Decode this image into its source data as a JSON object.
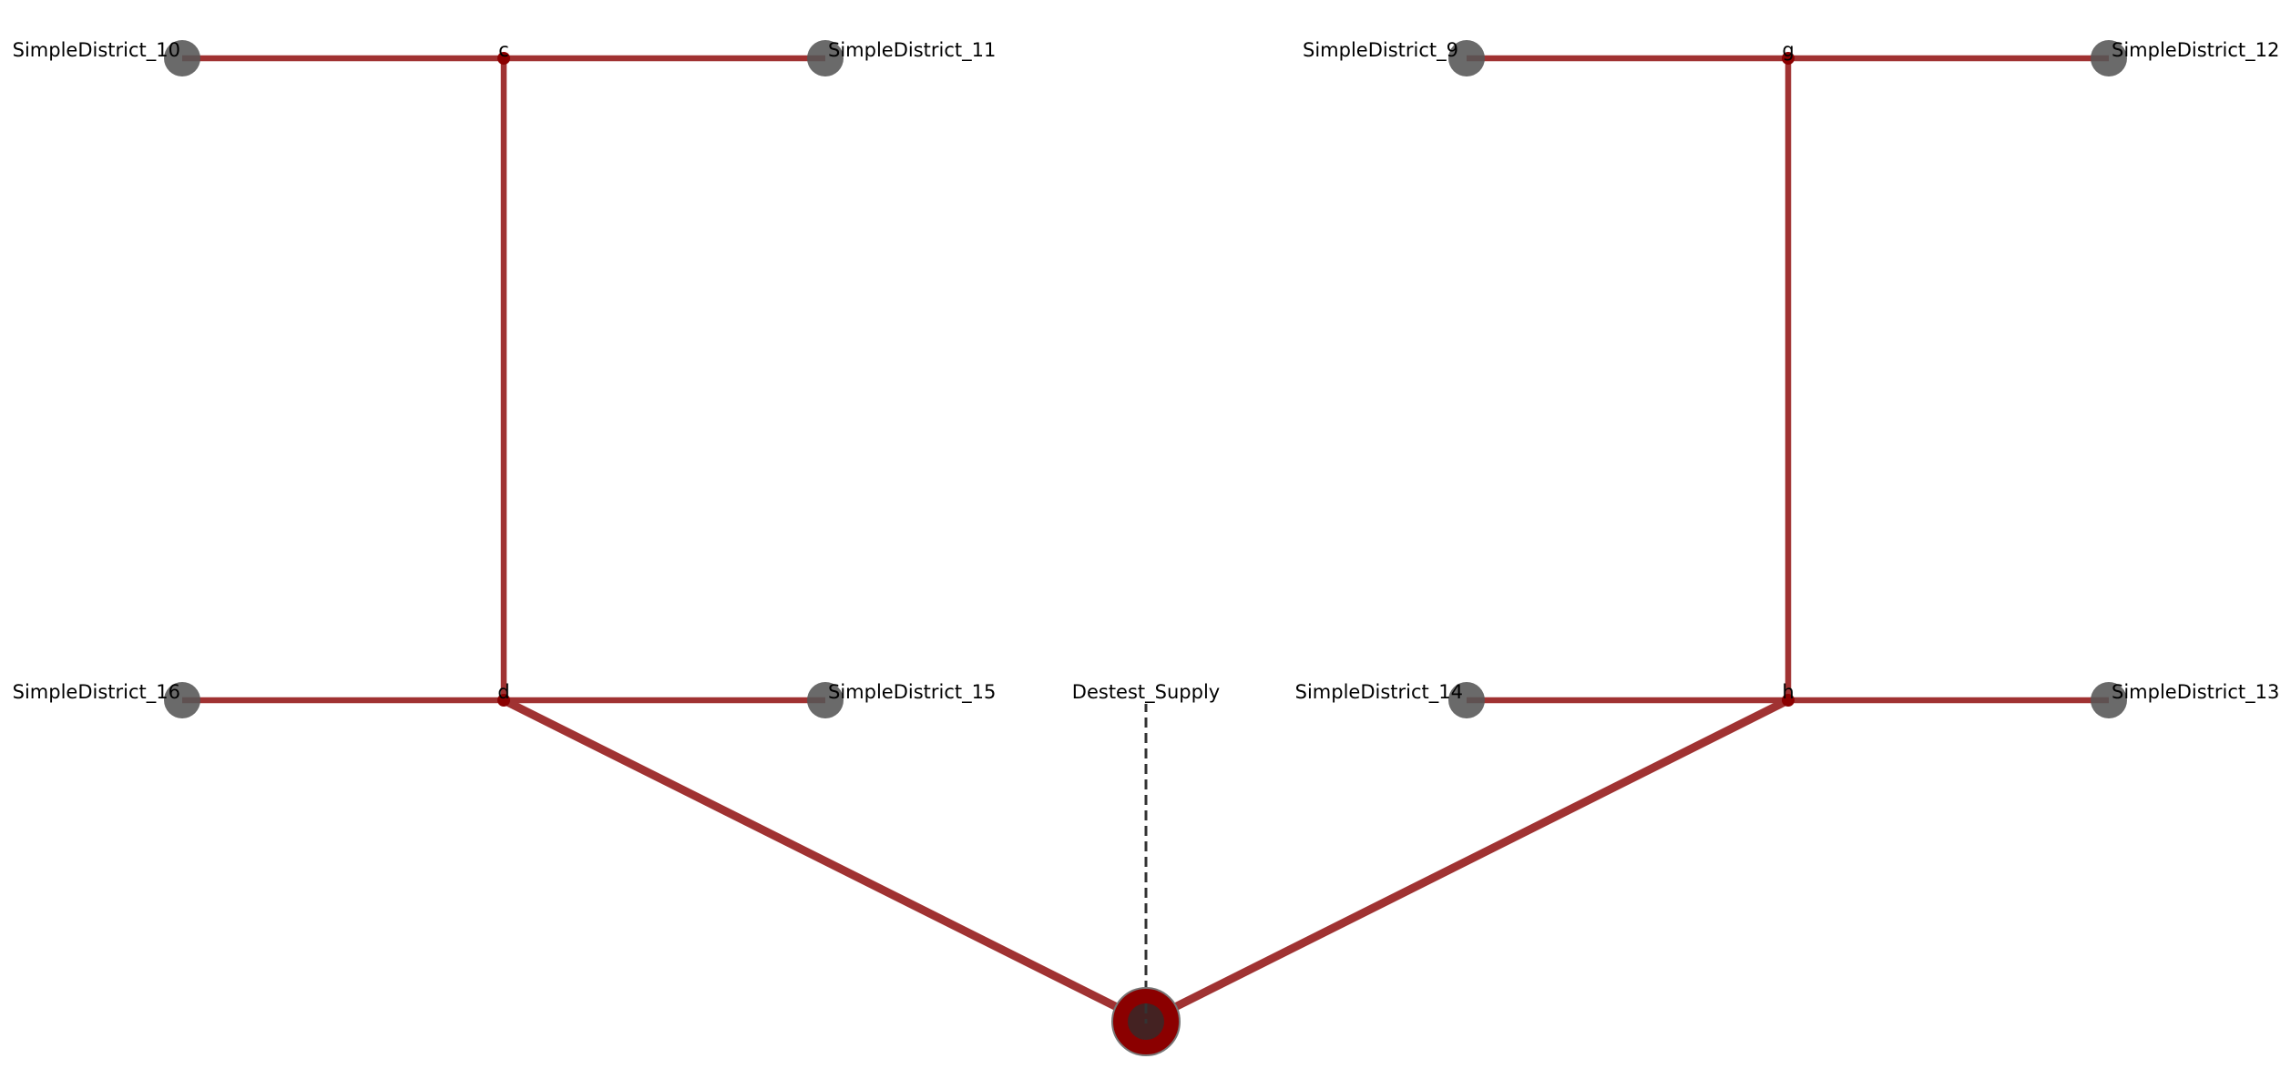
{
  "network": {
    "colors": {
      "pipe": "#a03232",
      "junction": "#8b0000",
      "building": "#555555",
      "supply_outer": "#8b0000",
      "supply_inner": "#3c2626",
      "supply_link": "#333333"
    },
    "nodes": [
      {
        "id": "SimpleDistrict_10",
        "label": "SimpleDistrict_10",
        "kind": "building"
      },
      {
        "id": "SimpleDistrict_11",
        "label": "SimpleDistrict_11",
        "kind": "building"
      },
      {
        "id": "SimpleDistrict_9",
        "label": "SimpleDistrict_9",
        "kind": "building"
      },
      {
        "id": "SimpleDistrict_12",
        "label": "SimpleDistrict_12",
        "kind": "building"
      },
      {
        "id": "SimpleDistrict_16",
        "label": "SimpleDistrict_16",
        "kind": "building"
      },
      {
        "id": "SimpleDistrict_15",
        "label": "SimpleDistrict_15",
        "kind": "building"
      },
      {
        "id": "SimpleDistrict_14",
        "label": "SimpleDistrict_14",
        "kind": "building"
      },
      {
        "id": "SimpleDistrict_13",
        "label": "SimpleDistrict_13",
        "kind": "building"
      },
      {
        "id": "c",
        "label": "c",
        "kind": "junction"
      },
      {
        "id": "d",
        "label": "d",
        "kind": "junction"
      },
      {
        "id": "g",
        "label": "g",
        "kind": "junction"
      },
      {
        "id": "h",
        "label": "h",
        "kind": "junction"
      },
      {
        "id": "Destest_Supply",
        "label": "Destest_Supply",
        "kind": "supply"
      }
    ],
    "pipes": [
      {
        "from": "SimpleDistrict_10",
        "to": "c",
        "weight": 1
      },
      {
        "from": "c",
        "to": "SimpleDistrict_11",
        "weight": 1
      },
      {
        "from": "c",
        "to": "d",
        "weight": 1
      },
      {
        "from": "SimpleDistrict_16",
        "to": "d",
        "weight": 1
      },
      {
        "from": "d",
        "to": "SimpleDistrict_15",
        "weight": 1
      },
      {
        "from": "SimpleDistrict_9",
        "to": "g",
        "weight": 1
      },
      {
        "from": "g",
        "to": "SimpleDistrict_12",
        "weight": 1
      },
      {
        "from": "g",
        "to": "h",
        "weight": 1
      },
      {
        "from": "SimpleDistrict_14",
        "to": "h",
        "weight": 1
      },
      {
        "from": "h",
        "to": "SimpleDistrict_13",
        "weight": 1
      },
      {
        "from": "d",
        "to": "Destest_Supply",
        "weight": 2
      },
      {
        "from": "h",
        "to": "Destest_Supply",
        "weight": 2
      }
    ],
    "supply_link": {
      "from": "Destest_Supply",
      "style": "dashed"
    }
  }
}
